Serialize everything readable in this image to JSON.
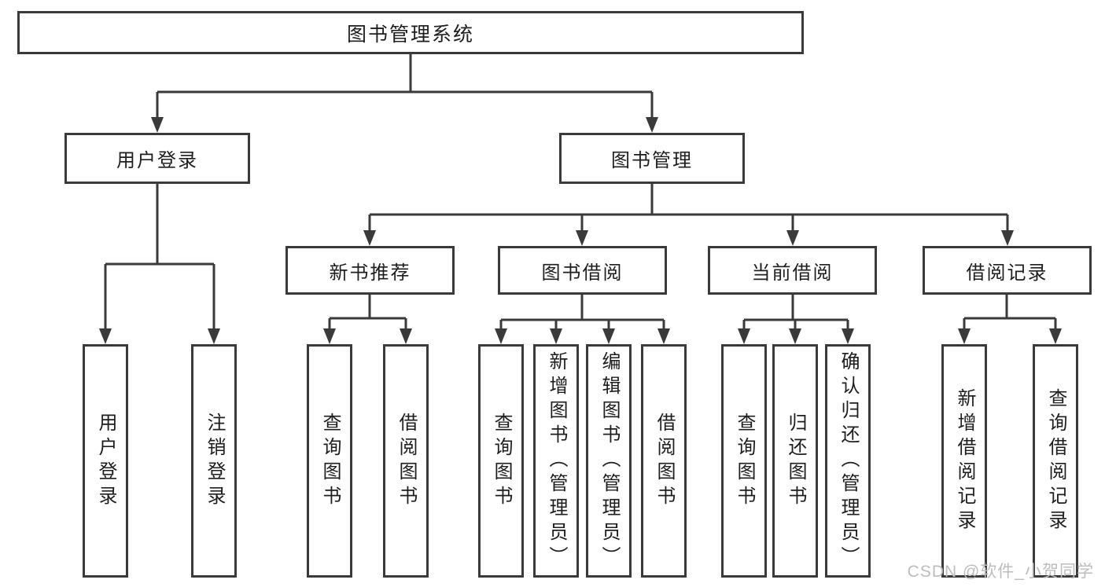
{
  "diagram": {
    "root": {
      "label": "图书管理系统"
    },
    "level2": [
      {
        "label": "用户登录"
      },
      {
        "label": "图书管理"
      }
    ],
    "level3": [
      {
        "label": "新书推荐"
      },
      {
        "label": "图书借阅"
      },
      {
        "label": "当前借阅"
      },
      {
        "label": "借阅记录"
      }
    ],
    "leaves": {
      "login": [
        "用户登录",
        "注销登录"
      ],
      "newbook": [
        "查询图书",
        "借阅图书"
      ],
      "borrow": [
        "查询图书",
        "新增图书（管理员）",
        "编辑图书（管理员）",
        "借阅图书"
      ],
      "current": [
        "查询图书",
        "归还图书",
        "确认归还（管理员）"
      ],
      "record": [
        "新增借阅记录",
        "查询借阅记录"
      ]
    }
  },
  "watermark": "CSDN @软件_小贺同学",
  "colors": {
    "line": "#3a3a3a",
    "text": "#1e1e1e",
    "watermark": "#bdbdbd",
    "background": "#ffffff"
  }
}
